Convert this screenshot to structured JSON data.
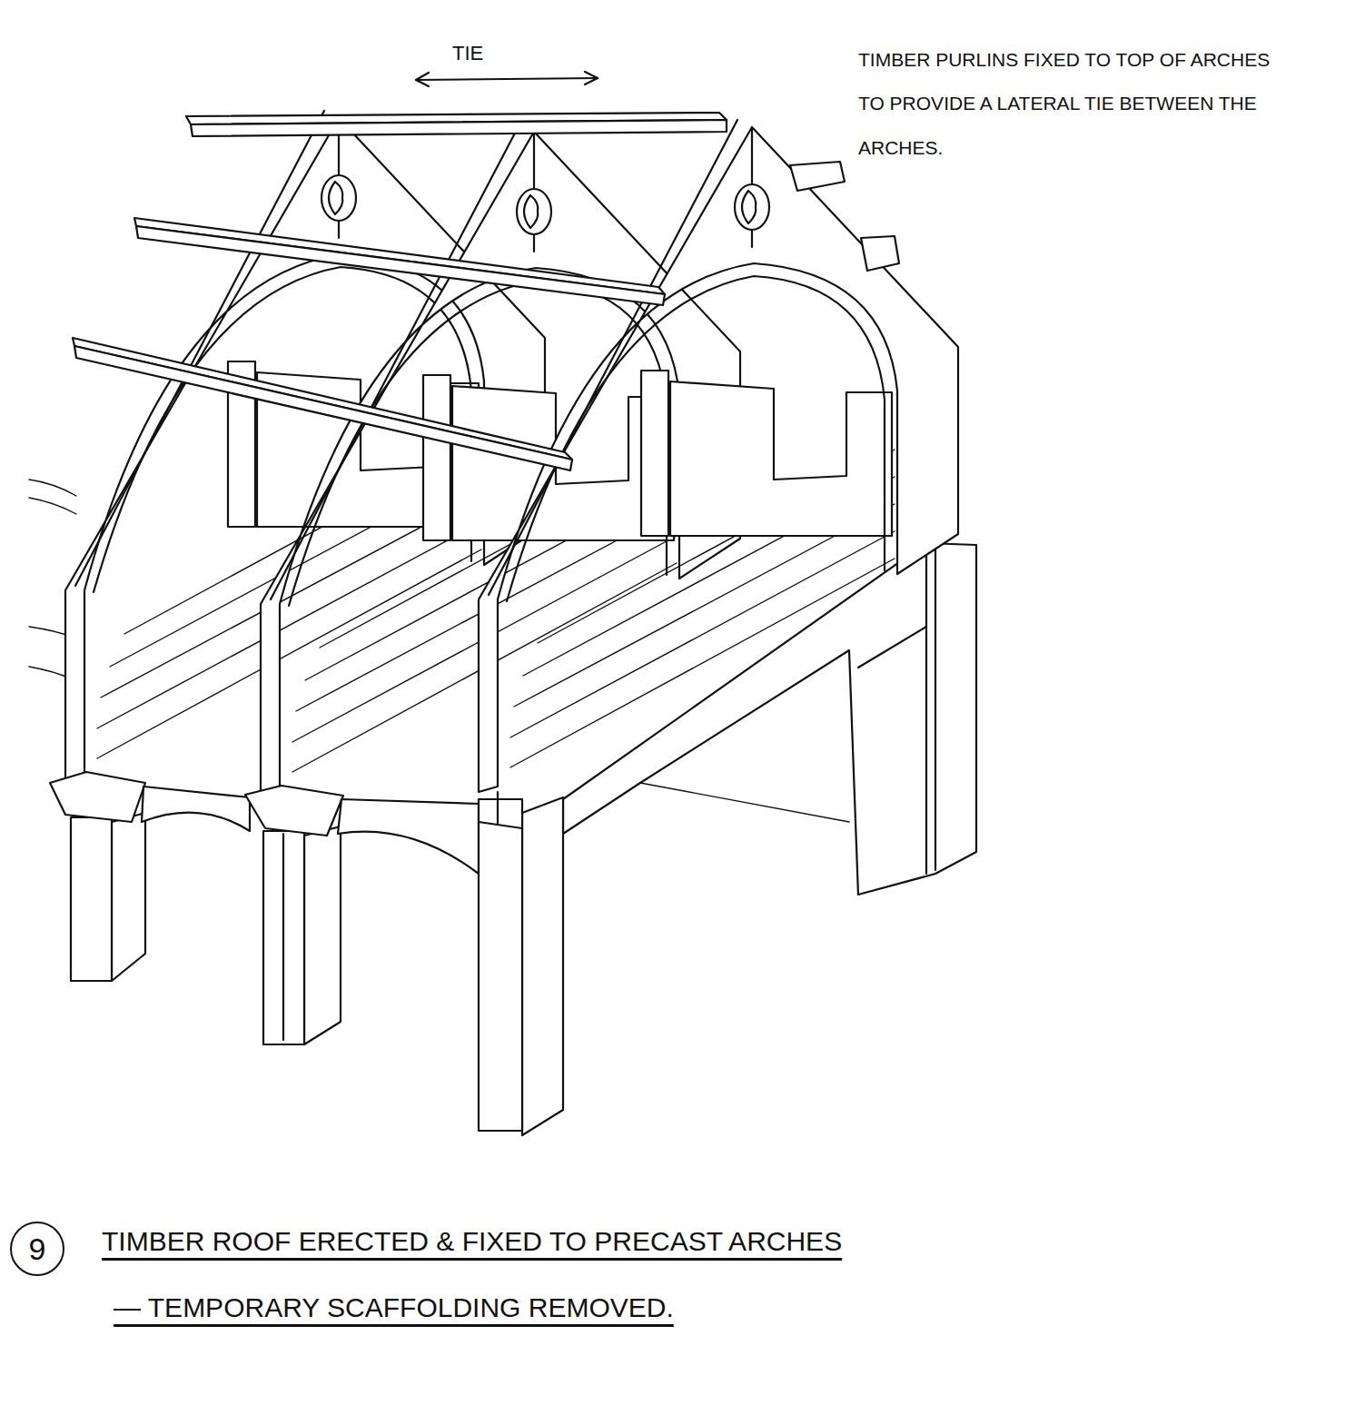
{
  "diagram": {
    "caption": "TIMBER ROOF ERECTED & FIXED TO PRECAST ARCHES",
    "nodes": [
      {
        "text": [
          "9"
        ]
      }
    ],
    "labels": [
      "TIE",
      "TIMBER PURLINS FIXED TO TOP OF ARCHES TO PROVIDE A LATERAL TIE BETWEEN THE ARCHES.",
      "— TEMPORARY SCAFFOLDING REMOVED."
    ]
  }
}
